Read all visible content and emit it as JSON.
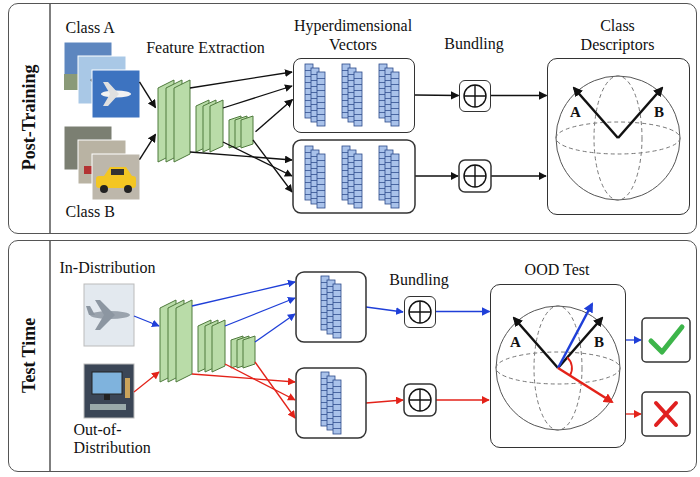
{
  "diagram": {
    "nodes": [
      {
        "text": [
          "Post-Training"
        ]
      },
      {
        "text": [
          "Class A"
        ],
        "in": 0
      },
      {
        "text": [
          "Class B"
        ],
        "in": 0
      },
      {
        "text": [
          "Feature Extraction"
        ],
        "in": 0
      },
      {
        "text": [
          "Hyperdimensional Vectors"
        ],
        "in": 0
      },
      {
        "text": [
          "Bundling"
        ],
        "in": 0
      },
      {
        "text": [
          "Class Descriptors",
          "A",
          "B"
        ],
        "in": 0
      },
      {
        "text": [
          "Test Time"
        ]
      },
      {
        "text": [
          "In-Distribution"
        ],
        "in": 7
      },
      {
        "text": [
          "Out-of- Distribution"
        ],
        "in": 7
      },
      {
        "text": [
          "Bundling"
        ],
        "in": 7
      },
      {
        "text": [
          "OOD Test",
          "A",
          "B"
        ],
        "in": 7
      }
    ],
    "edges": [
      {
        "from": 1,
        "to": 3,
        "arrow": "to"
      },
      {
        "from": 2,
        "to": 3,
        "arrow": "to"
      },
      {
        "from": 3,
        "to": 4,
        "arrow": "to"
      },
      {
        "from": 4,
        "to": 5,
        "arrow": "to"
      },
      {
        "from": 5,
        "to": 6,
        "arrow": "to"
      },
      {
        "from": 10,
        "to": 11,
        "arrow": "to"
      }
    ]
  }
}
